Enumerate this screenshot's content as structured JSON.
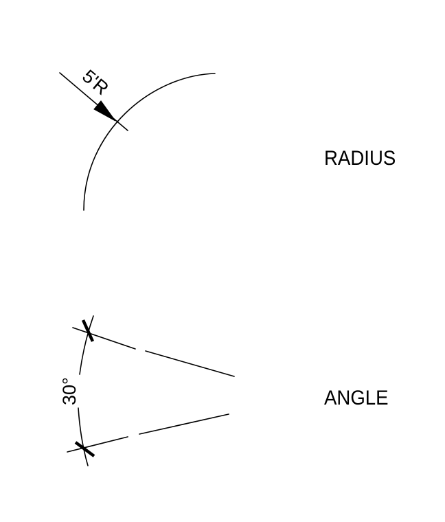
{
  "radius_example": {
    "dimension_text": "5'R",
    "caption": "RADIUS"
  },
  "angle_example": {
    "dimension_text": "30°",
    "caption": "ANGLE"
  },
  "colors": {
    "ink": "#000000",
    "paper": "#ffffff"
  }
}
